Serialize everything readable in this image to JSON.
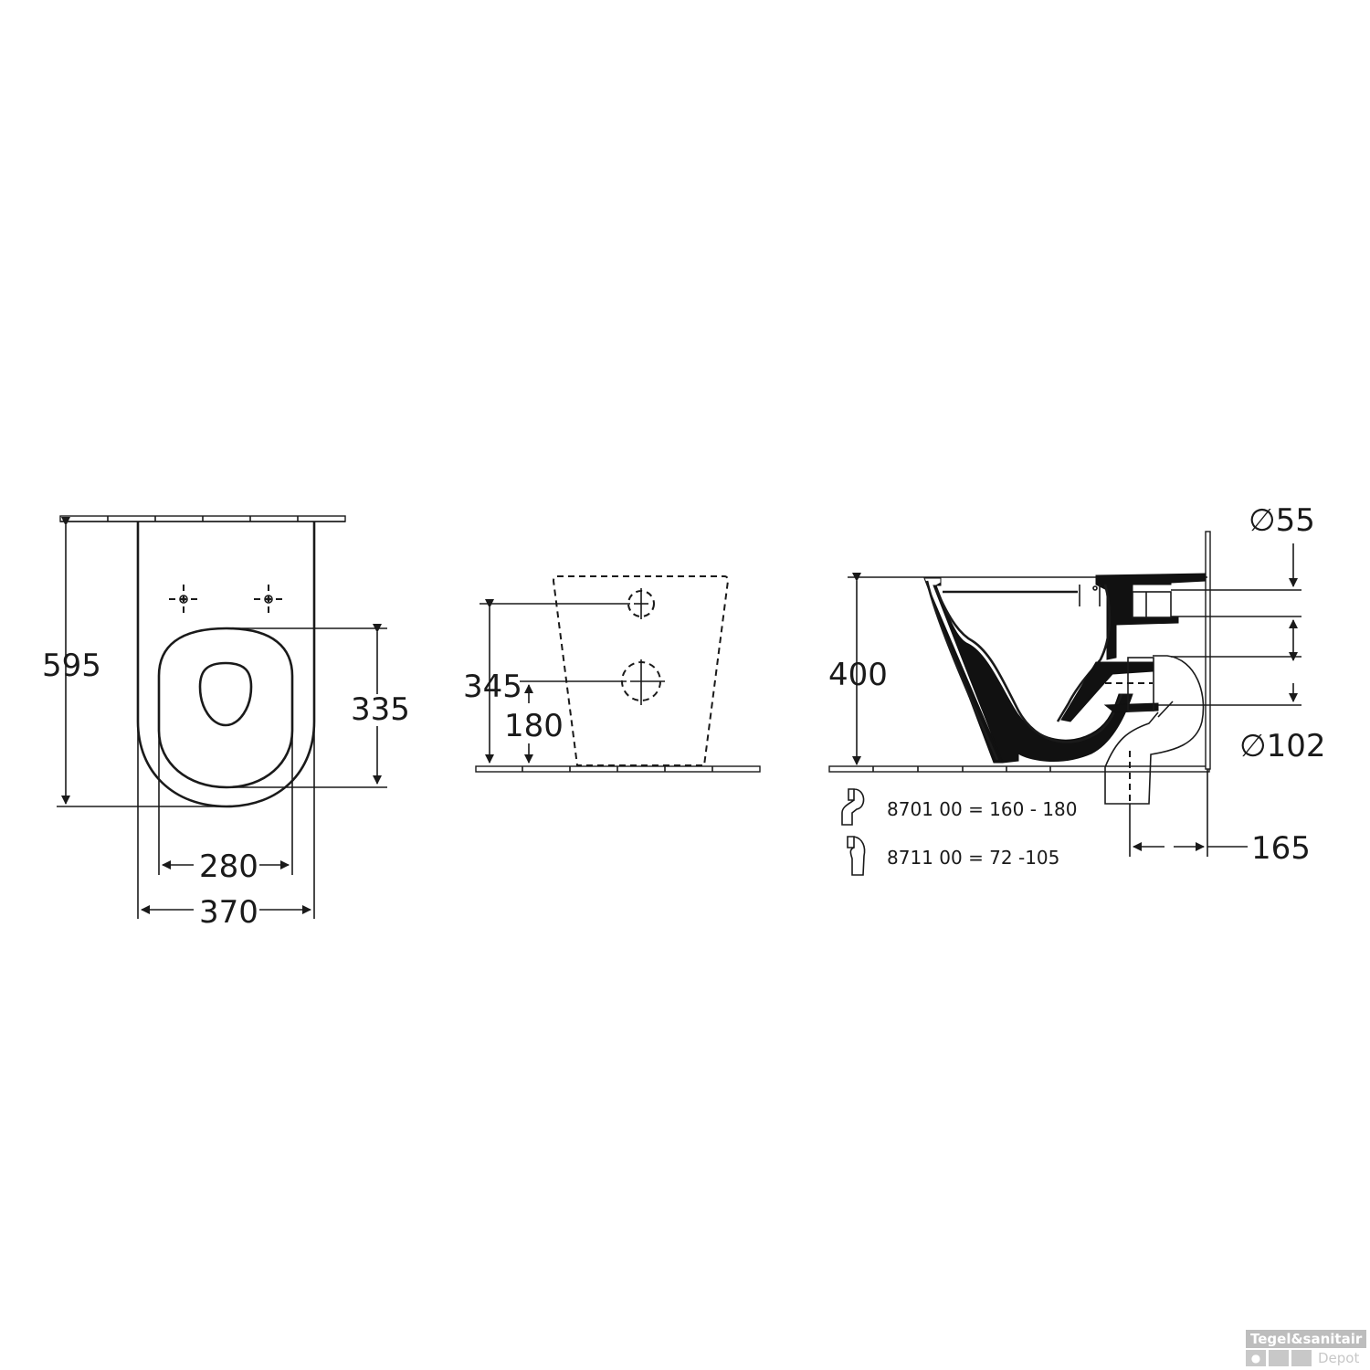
{
  "drawing": {
    "subject": "Wall-hung toilet technical drawing",
    "units": "mm"
  },
  "top_view": {
    "dimensions": {
      "depth": "595",
      "seat_opening_depth": "335",
      "inner_width": "280",
      "outer_width": "370"
    }
  },
  "rear_view": {
    "dimensions": {
      "upper_connection_height": "345",
      "lower_connection_height": "180"
    }
  },
  "side_view": {
    "dimensions": {
      "height": "400",
      "inlet_diameter": "∅55",
      "outlet_diameter": "∅102",
      "drain_offset": "165"
    },
    "notes": [
      {
        "icon": "s-trap-bend-icon",
        "text": "8701 00 = 160 - 180"
      },
      {
        "icon": "short-bend-icon",
        "text": "8711 00 = 72 -105"
      }
    ]
  },
  "watermark": {
    "top": "Tegel&sanitair",
    "bottom": "Depot"
  }
}
